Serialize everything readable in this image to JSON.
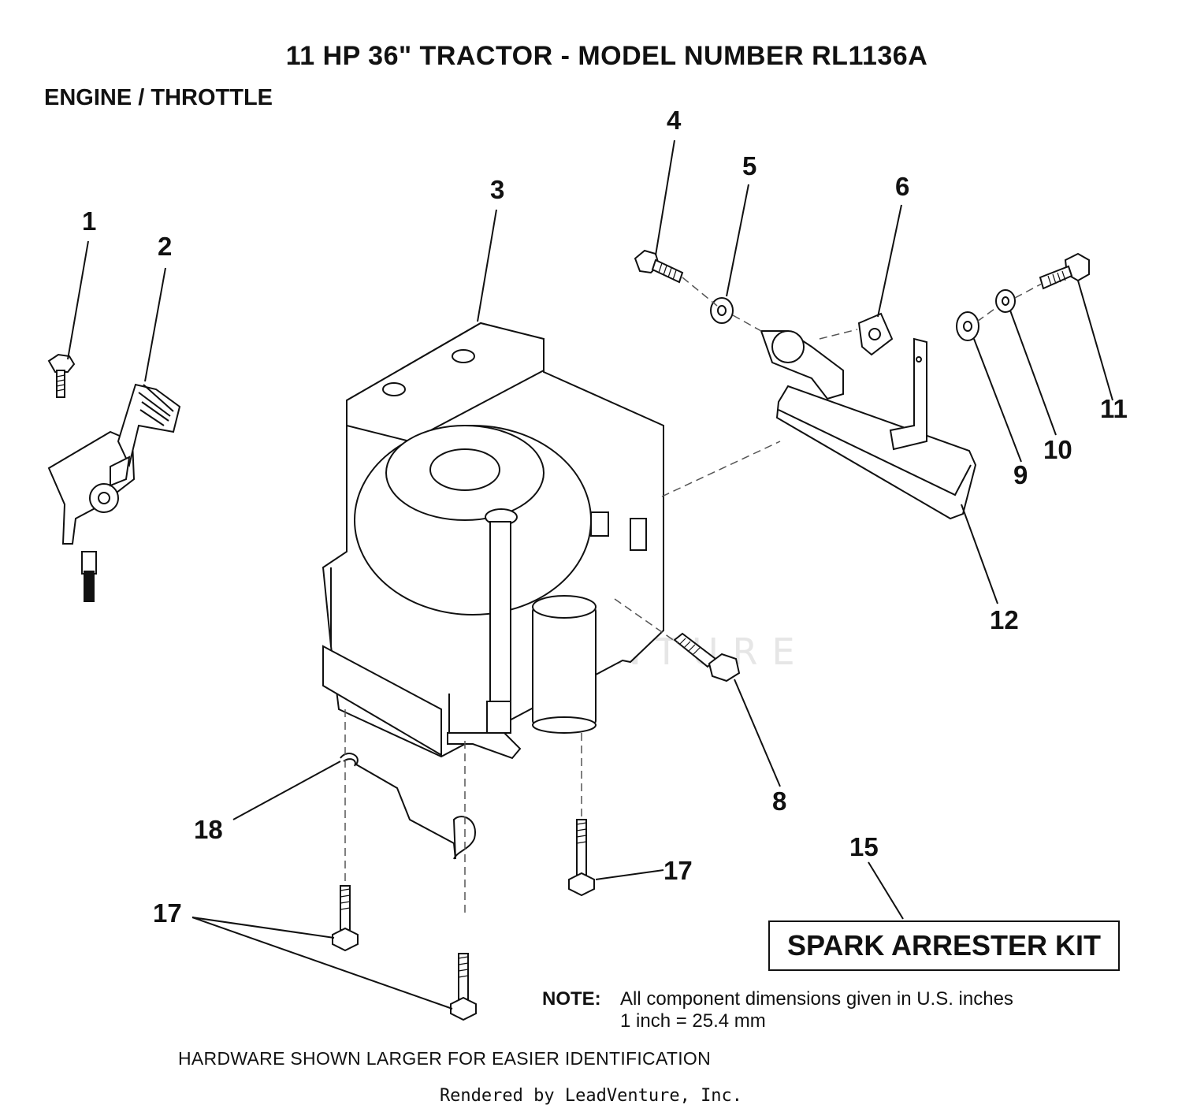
{
  "header": {
    "title": "11 HP  36\"  TRACTOR  - MODEL NUMBER RL1136A",
    "subtitle": "ENGINE / THROTTLE"
  },
  "callouts": {
    "c1": "1",
    "c2": "2",
    "c3": "3",
    "c4": "4",
    "c5": "5",
    "c6": "6",
    "c8": "8",
    "c9": "9",
    "c10": "10",
    "c11": "11",
    "c12": "12",
    "c15": "15",
    "c17a": "17",
    "c17b": "17",
    "c18": "18"
  },
  "kit": {
    "label": "SPARK ARRESTER KIT"
  },
  "note": {
    "label": "NOTE:",
    "line1": "All component dimensions given in U.S. inches",
    "line2": "1 inch = 25.4 mm"
  },
  "hardware_note": "HARDWARE SHOWN LARGER FOR EASIER IDENTIFICATION",
  "footer": "Rendered by LeadVenture, Inc.",
  "watermark": "LEADVENTURE"
}
